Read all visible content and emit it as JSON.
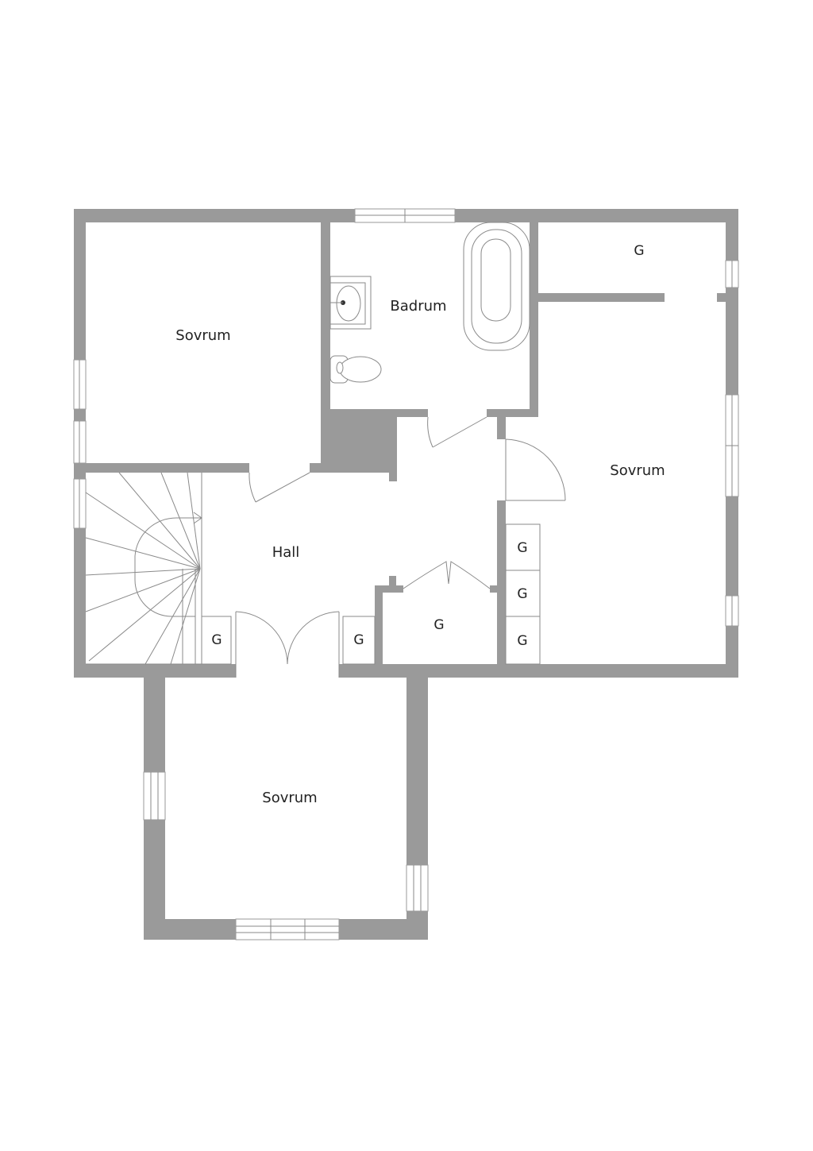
{
  "rooms": {
    "sovrum_top_left": "Sovrum",
    "badrum": "Badrum",
    "sovrum_right": "Sovrum",
    "hall": "Hall",
    "sovrum_bottom": "Sovrum"
  },
  "storage": {
    "top_right": "G",
    "right_1": "G",
    "right_2": "G",
    "right_3": "G",
    "hall_center": "G",
    "hall_left": "G",
    "hall_right": "G"
  },
  "colors": {
    "wall": "#9a9a9a",
    "line": "#8a8a8a",
    "background": "#ffffff"
  }
}
